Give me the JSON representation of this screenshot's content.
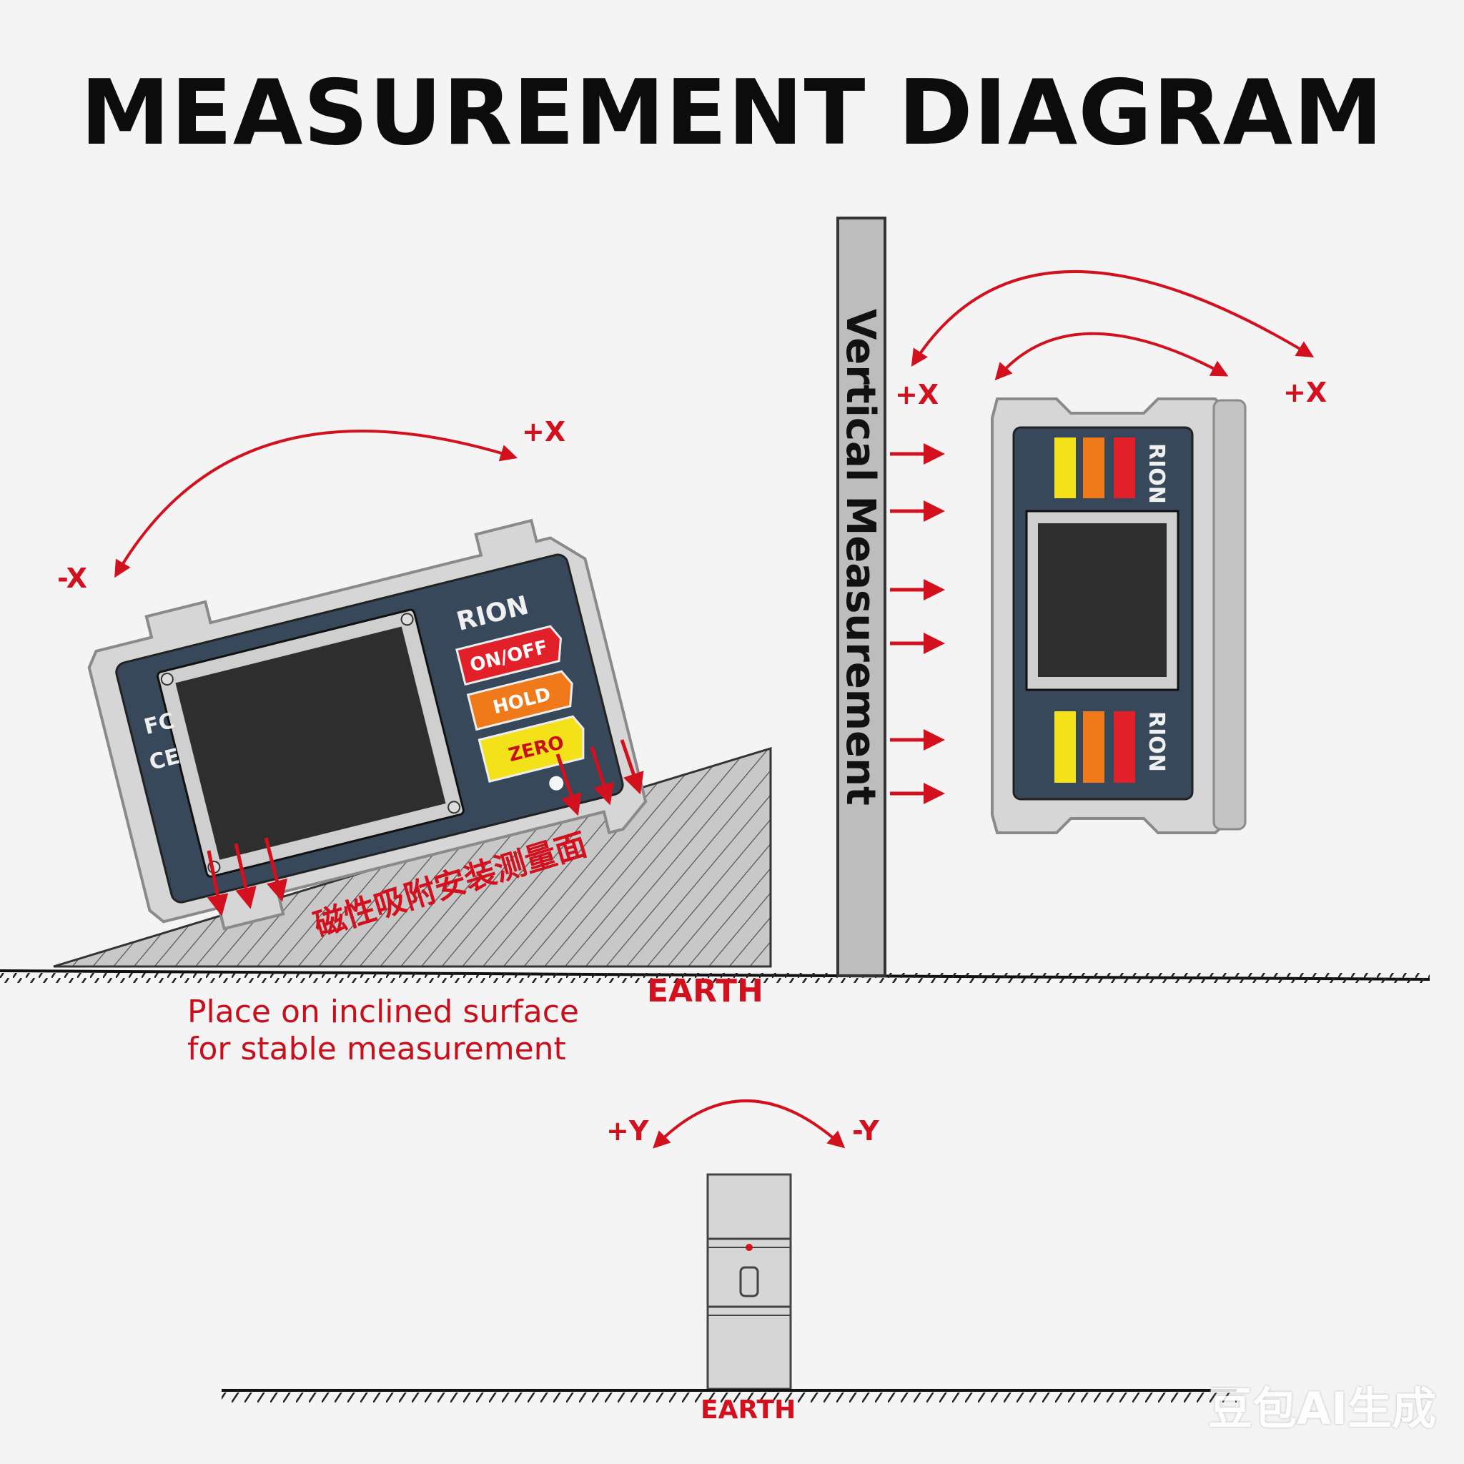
{
  "title": "MEASUREMENT DIAGRAM",
  "inclined": {
    "minus_x": "-X",
    "plus_x": "+X",
    "brand": "RION",
    "buttons": [
      "ON/OFF",
      "HOLD",
      "ZERO"
    ],
    "chinese_label": "磁性吸附安装测量面",
    "note_line1": "Place on inclined surface",
    "note_line2": "for stable measurement"
  },
  "vertical": {
    "pole_label": "Vertical Measurement",
    "plus_x_left": "+X",
    "plus_x_right": "+X",
    "brand_top": "RION",
    "brand_bottom": "RION"
  },
  "ground_label": "EARTH",
  "bottom": {
    "plus_y": "+Y",
    "minus_y": "-Y",
    "ground_label": "EARTH"
  },
  "watermark": "豆包AI生成",
  "colors": {
    "accent_red": "#d2101e",
    "device_body": "#36485a",
    "device_frame": "#d6d6d6",
    "screen": "#2e2e2e",
    "button_red": "#e2202a",
    "button_orange": "#f07a1a",
    "button_yellow": "#f3e11a"
  }
}
